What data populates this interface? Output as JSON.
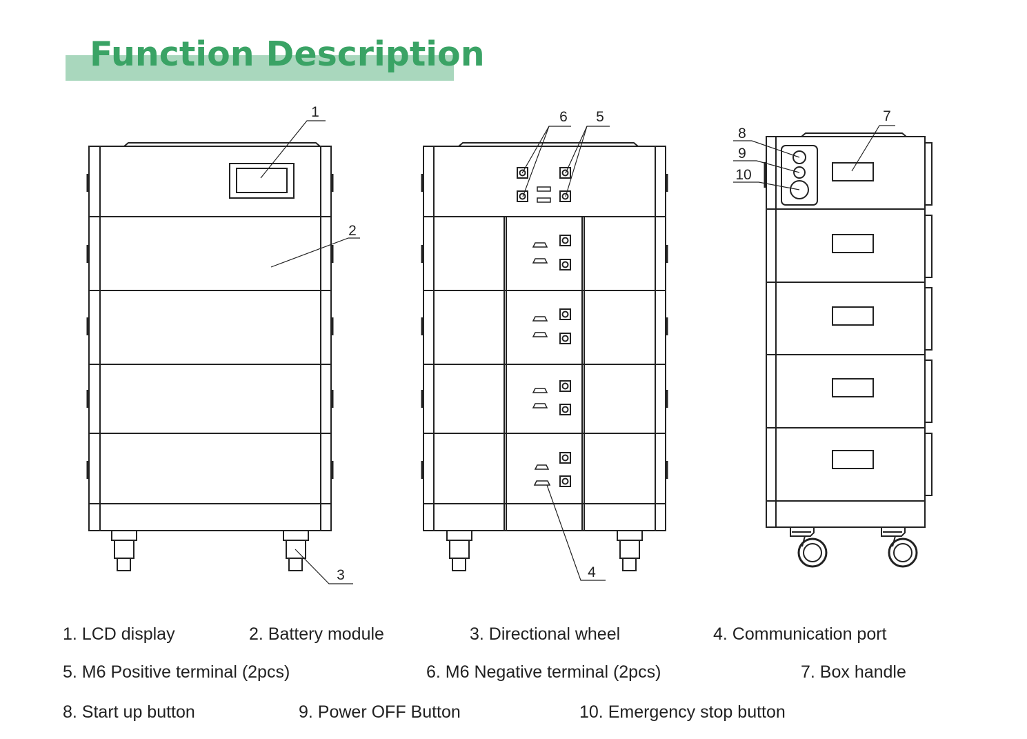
{
  "title": "Function Description",
  "colors": {
    "title_text": "#3aa365",
    "title_band": "#a9d7bd",
    "line": "#222222"
  },
  "views": [
    {
      "name": "front-view",
      "callouts": [
        "1",
        "2",
        "3"
      ]
    },
    {
      "name": "rear-view",
      "callouts": [
        "6",
        "5",
        "4"
      ]
    },
    {
      "name": "side-view",
      "callouts": [
        "7",
        "8",
        "9",
        "10"
      ]
    }
  ],
  "callouts": {
    "c1": "1",
    "c2": "2",
    "c3": "3",
    "c4": "4",
    "c5": "5",
    "c6": "6",
    "c7": "7",
    "c8": "8",
    "c9": "9",
    "c10": "10"
  },
  "legend": [
    "1. LCD display",
    "2. Battery module",
    "3. Directional wheel",
    "4. Communication port",
    "5. M6 Positive terminal (2pcs)",
    "6. M6 Negative terminal (2pcs)",
    "7. Box handle",
    "8. Start up button",
    "9. Power OFF Button",
    "10. Emergency stop button"
  ]
}
